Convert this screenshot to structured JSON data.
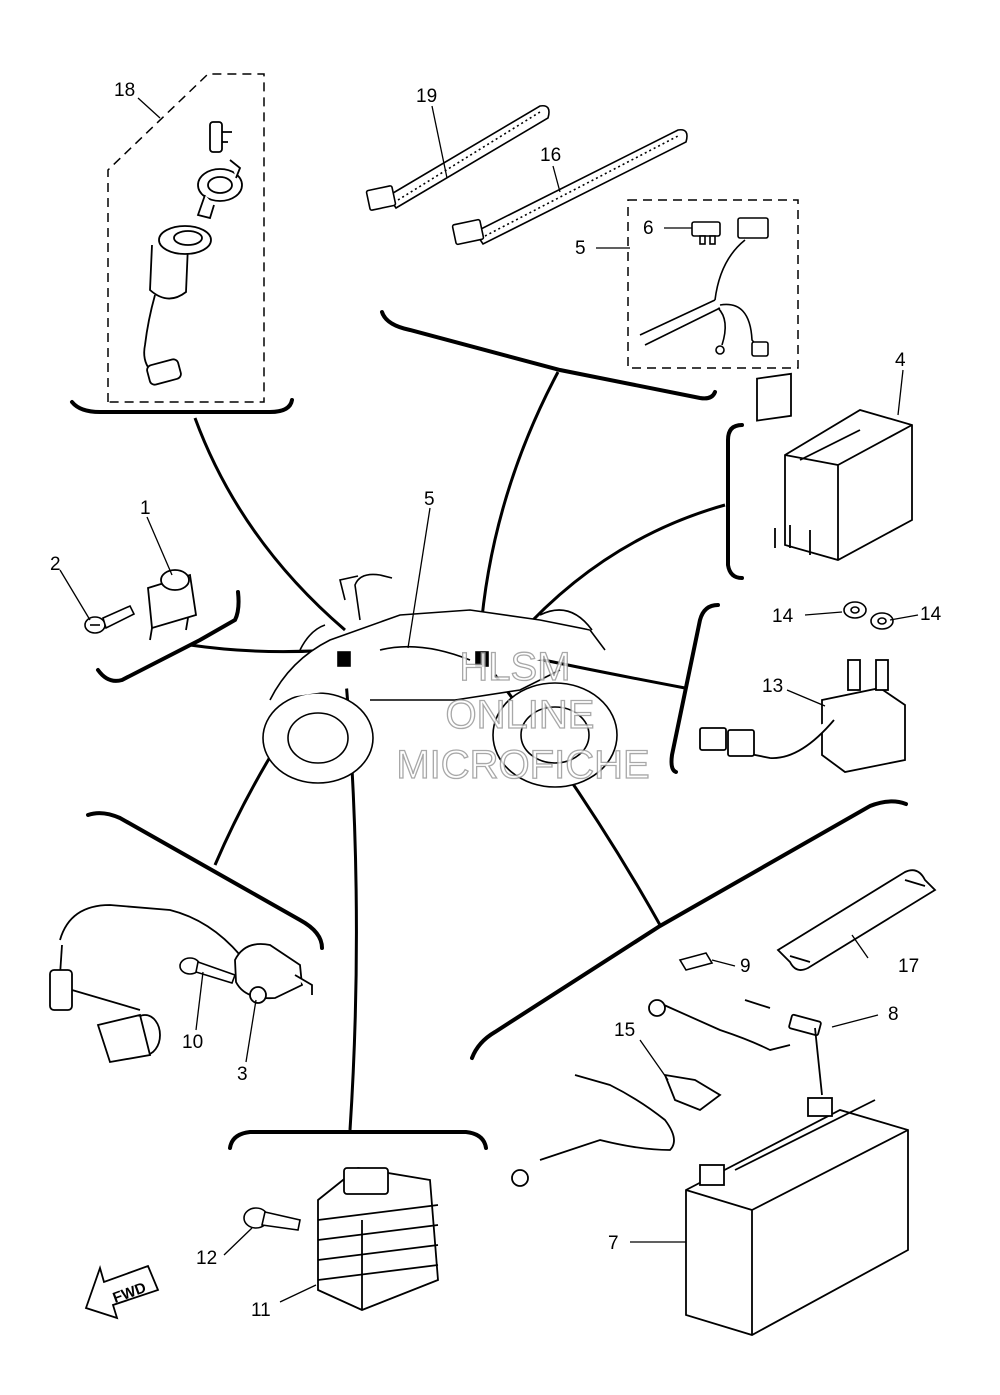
{
  "callouts": {
    "c1": "1",
    "c2": "2",
    "c3": "3",
    "c4": "4",
    "c5a": "5",
    "c5b": "5",
    "c6": "6",
    "c7": "7",
    "c8": "8",
    "c9": "9",
    "c10": "10",
    "c11": "11",
    "c12": "12",
    "c13": "13",
    "c14a": "14",
    "c14b": "14",
    "c15": "15",
    "c16": "16",
    "c17": "17",
    "c18": "18",
    "c19": "19"
  },
  "watermark": {
    "line1": "HLSM",
    "line2": "ONLINE",
    "line3": "MICROFICHE"
  },
  "direction_arrow": {
    "label": "FWD"
  }
}
